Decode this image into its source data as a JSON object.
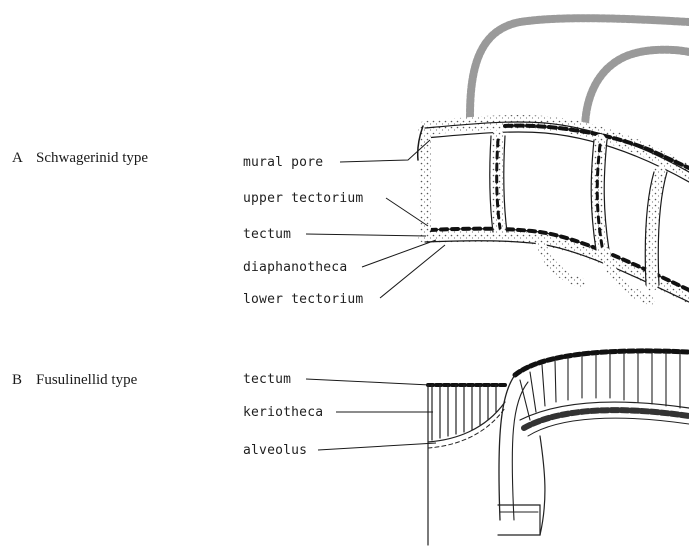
{
  "panel_a": {
    "letter": "A",
    "title": "Schwagerinid type",
    "labels": {
      "mural_pore": "mural pore",
      "upper_tectorium": "upper tectorium",
      "tectum": "tectum",
      "diaphanotheca": "diaphanotheca",
      "lower_tectorium": "lower tectorium"
    }
  },
  "panel_b": {
    "letter": "B",
    "title": "Fusulinellid type",
    "labels": {
      "tectum": "tectum",
      "keriotheca": "keriotheca",
      "alveolus": "alveolus"
    }
  }
}
